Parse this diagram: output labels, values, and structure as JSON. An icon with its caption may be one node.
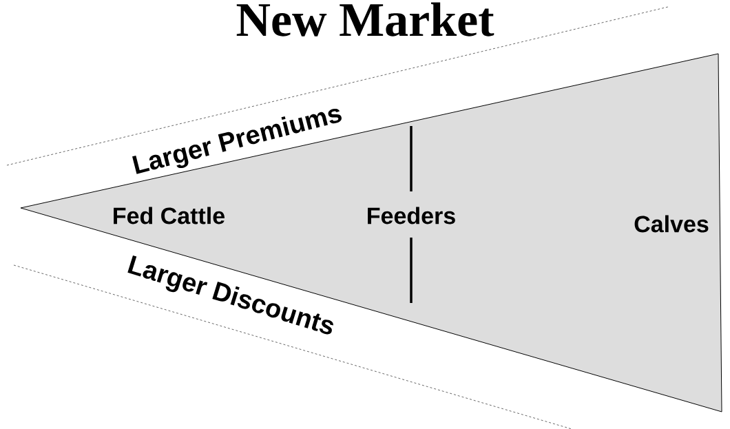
{
  "diagram": {
    "title": "New Market",
    "nodes": [
      {
        "text": [
          "Fed Cattle",
          "Feeders",
          "Calves"
        ]
      }
    ],
    "edges": [],
    "labels": [
      "Larger Premiums",
      "Larger Discounts"
    ]
  }
}
